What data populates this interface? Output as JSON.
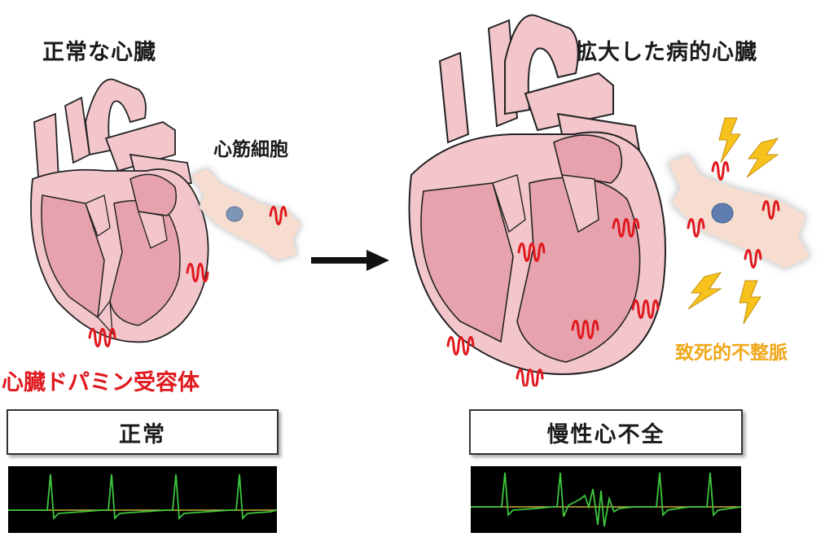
{
  "labels": {
    "normal_heart": "正常な心臓",
    "enlarged_heart": "拡大した病的心臓",
    "cardiomyocyte": "心筋細胞",
    "receptor": "心臓ドパミン受容体",
    "arrhythmia": "致死的不整脈"
  },
  "boxes": {
    "normal": "正常",
    "heart_failure": "慢性心不全"
  },
  "colors": {
    "heart_fill": "#f3c6cc",
    "heart_inner": "#e7a3ad",
    "receptor": "#e0191e",
    "ecg_line": "#3ec63e",
    "ecg_baseline": "#c9b23a",
    "lightning": "#f7c21b",
    "title_text": "#1a1a1a"
  },
  "icons": [
    "heart-illustration",
    "cell-illustration",
    "receptor-icon",
    "lightning-icon",
    "arrow-right-icon"
  ]
}
